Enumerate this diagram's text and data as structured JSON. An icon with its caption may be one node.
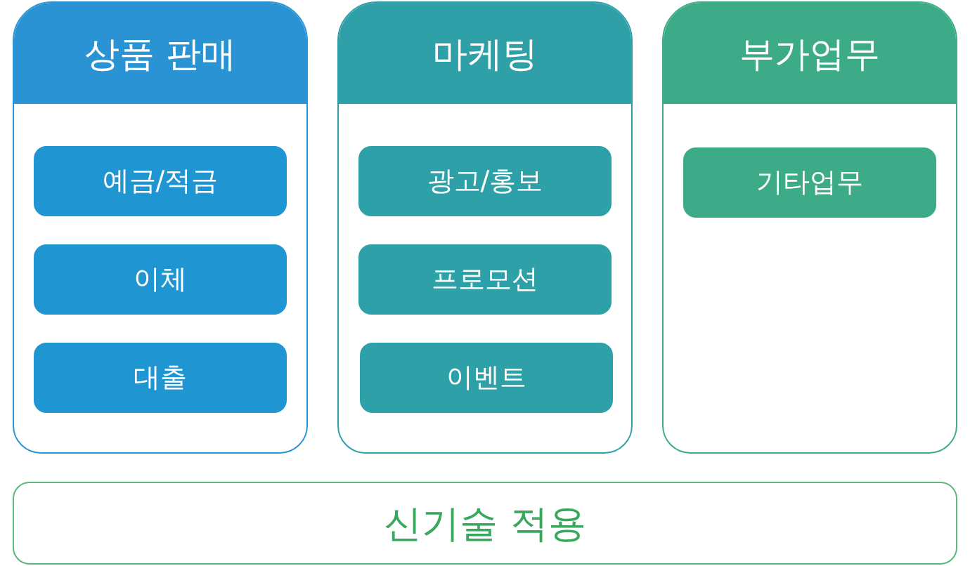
{
  "diagram": {
    "nodes": [
      {
        "text": [
          "상품 판매"
        ]
      },
      {
        "text": [
          "예금/적금"
        ],
        "in": 0
      },
      {
        "text": [
          "이체"
        ],
        "in": 0
      },
      {
        "text": [
          "대출"
        ],
        "in": 0
      },
      {
        "text": [
          "마케팅"
        ]
      },
      {
        "text": [
          "광고/홍보"
        ],
        "in": 4
      },
      {
        "text": [
          "프로모션"
        ],
        "in": 4
      },
      {
        "text": [
          "이벤트"
        ],
        "in": 4
      },
      {
        "text": [
          "부가업무"
        ]
      },
      {
        "text": [
          "기타업무"
        ],
        "in": 8
      },
      {
        "text": [
          "신기술 적용"
        ]
      }
    ]
  }
}
